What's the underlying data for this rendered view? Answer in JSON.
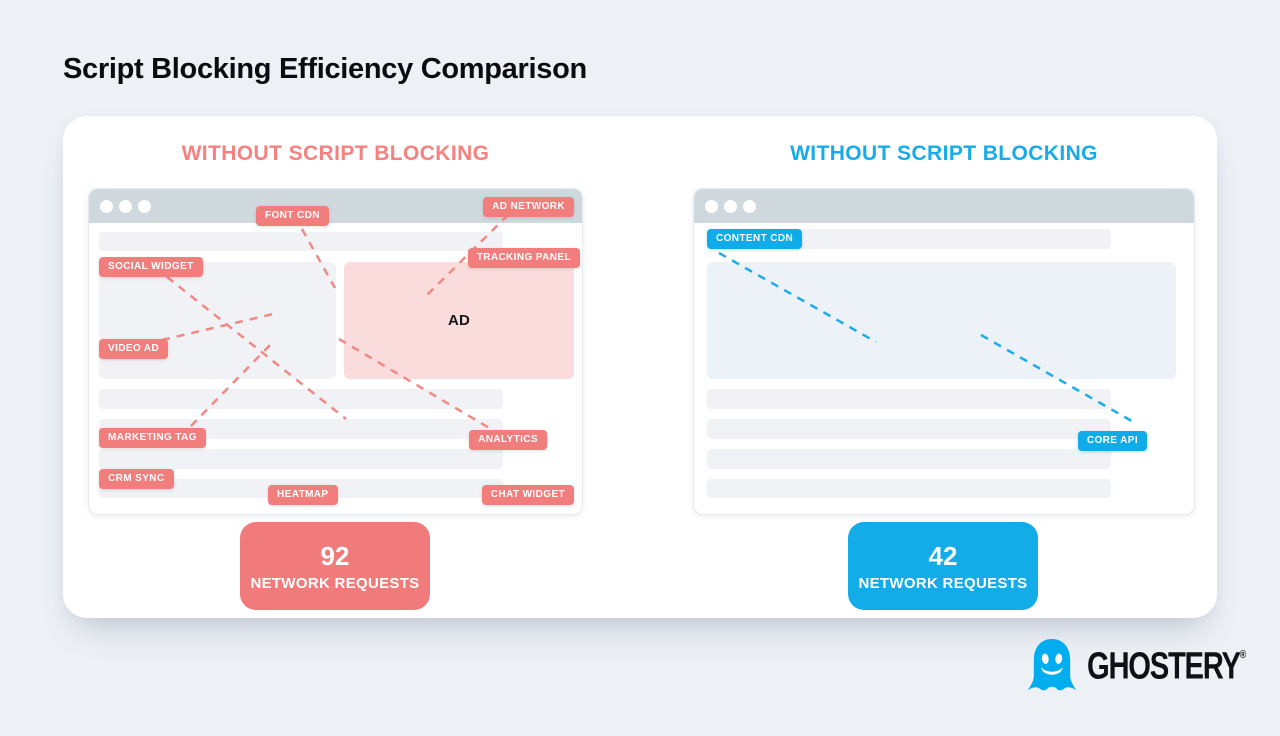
{
  "title": "Script Blocking Efficiency Comparison",
  "left": {
    "heading": "WITHOUT SCRIPT BLOCKING",
    "tags": [
      {
        "id": "font-cdn",
        "text": "FONT CDN"
      },
      {
        "id": "ad-network",
        "text": "AD NETWORK"
      },
      {
        "id": "social-widget",
        "text": "SOCIAL WIDGET"
      },
      {
        "id": "tracking-panel",
        "text": "TRACKING PANEL"
      },
      {
        "id": "video-ad",
        "text": "VIDEO AD"
      },
      {
        "id": "marketing-tag",
        "text": "MARKETING TAG"
      },
      {
        "id": "analytics",
        "text": "ANALYTICS"
      },
      {
        "id": "crm-sync",
        "text": "CRM SYNC"
      },
      {
        "id": "heatmap",
        "text": "HEATMAP"
      },
      {
        "id": "chat-widget",
        "text": "CHAT WIDGET"
      }
    ],
    "ad_placeholder": "AD",
    "stat_value": "92",
    "stat_caption": "NETWORK REQUESTS"
  },
  "right": {
    "heading": "WITHOUT SCRIPT BLOCKING",
    "tags": [
      {
        "id": "content-cdn",
        "text": "CONTENT CDN"
      },
      {
        "id": "core-api",
        "text": "CORE API"
      }
    ],
    "stat_value": "42",
    "stat_caption": "NETWORK REQUESTS"
  },
  "logo": {
    "brand": "GHOSTERY",
    "registered": "®"
  },
  "colors": {
    "salmon": "#F17D7D",
    "salmon_heading": "#F6817F",
    "blue": "#10ABE9",
    "blue_heading": "#16ABEB",
    "ad_pink": "#FBDCDC",
    "ghost_blue": "#00AEF0",
    "chrome_gray": "#CED8DD",
    "placeholder_gray": "#F0F2F5",
    "page_background": "#EDF0F5"
  }
}
